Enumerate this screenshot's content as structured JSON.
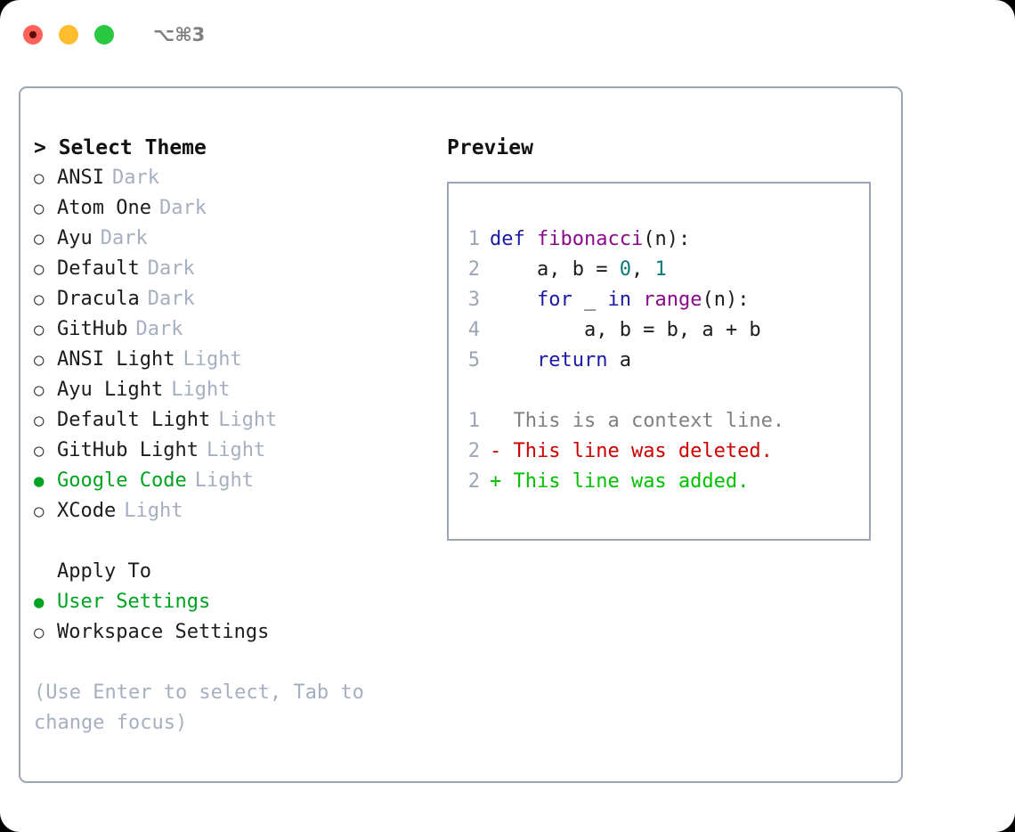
{
  "titlebar": {
    "shortcut": "⌥⌘3",
    "buttons": [
      {
        "name": "close",
        "color": "#ff6159"
      },
      {
        "name": "minimize",
        "color": "#ffbd2e"
      },
      {
        "name": "zoom",
        "color": "#28c840"
      }
    ]
  },
  "theme_picker": {
    "header": "> Select Theme",
    "selected_bullet": "●",
    "unselected_bullet": "○",
    "items": [
      {
        "label": "ANSI",
        "tag": "Dark",
        "selected": false
      },
      {
        "label": "Atom One",
        "tag": "Dark",
        "selected": false
      },
      {
        "label": "Ayu",
        "tag": "Dark",
        "selected": false
      },
      {
        "label": "Default",
        "tag": "Dark",
        "selected": false
      },
      {
        "label": "Dracula",
        "tag": "Dark",
        "selected": false
      },
      {
        "label": "GitHub",
        "tag": "Dark",
        "selected": false
      },
      {
        "label": "ANSI Light",
        "tag": "Light",
        "selected": false
      },
      {
        "label": "Ayu Light",
        "tag": "Light",
        "selected": false
      },
      {
        "label": "Default Light",
        "tag": "Light",
        "selected": false
      },
      {
        "label": "GitHub Light",
        "tag": "Light",
        "selected": false
      },
      {
        "label": "Google Code",
        "tag": "Light",
        "selected": true
      },
      {
        "label": "XCode",
        "tag": "Light",
        "selected": false
      }
    ]
  },
  "apply_to": {
    "header": "Apply To",
    "items": [
      {
        "label": "User Settings",
        "selected": true
      },
      {
        "label": "Workspace Settings",
        "selected": false
      }
    ]
  },
  "hint": "(Use Enter to select, Tab to change focus)",
  "preview": {
    "title": "Preview",
    "code_lines": [
      {
        "number": "1",
        "tokens": [
          {
            "text": "def ",
            "kind": "kw"
          },
          {
            "text": "fibonacci",
            "kind": "fn"
          },
          {
            "text": "(n):",
            "kind": "plain"
          }
        ]
      },
      {
        "number": "2",
        "tokens": [
          {
            "text": "    a, b = ",
            "kind": "plain"
          },
          {
            "text": "0",
            "kind": "num"
          },
          {
            "text": ", ",
            "kind": "plain"
          },
          {
            "text": "1",
            "kind": "num"
          }
        ]
      },
      {
        "number": "3",
        "tokens": [
          {
            "text": "    ",
            "kind": "plain"
          },
          {
            "text": "for",
            "kind": "kw"
          },
          {
            "text": " _ ",
            "kind": "plain"
          },
          {
            "text": "in",
            "kind": "kw"
          },
          {
            "text": " ",
            "kind": "plain"
          },
          {
            "text": "range",
            "kind": "fn"
          },
          {
            "text": "(n):",
            "kind": "plain"
          }
        ]
      },
      {
        "number": "4",
        "tokens": [
          {
            "text": "        a, b = b, a + b",
            "kind": "plain"
          }
        ]
      },
      {
        "number": "5",
        "tokens": [
          {
            "text": "    ",
            "kind": "plain"
          },
          {
            "text": "return",
            "kind": "kw"
          },
          {
            "text": " a",
            "kind": "plain"
          }
        ]
      }
    ],
    "diff_lines": [
      {
        "number": "1",
        "marker": " ",
        "text": " This is a context line.",
        "kind": "ctx"
      },
      {
        "number": "2",
        "marker": "-",
        "text": " This line was deleted.",
        "kind": "del"
      },
      {
        "number": "2",
        "marker": "+",
        "text": " This line was added.",
        "kind": "add"
      }
    ]
  },
  "colors": {
    "frame_border": "#9aa5b5",
    "muted_text": "#a5afc0",
    "accent_green": "#00a321",
    "keyword_blue": "#1a1aa6",
    "function_purple": "#8b0a8b",
    "number_teal": "#0b7a72",
    "diff_deleted": "#cc0000",
    "diff_added": "#00c000",
    "diff_context": "#808080"
  }
}
